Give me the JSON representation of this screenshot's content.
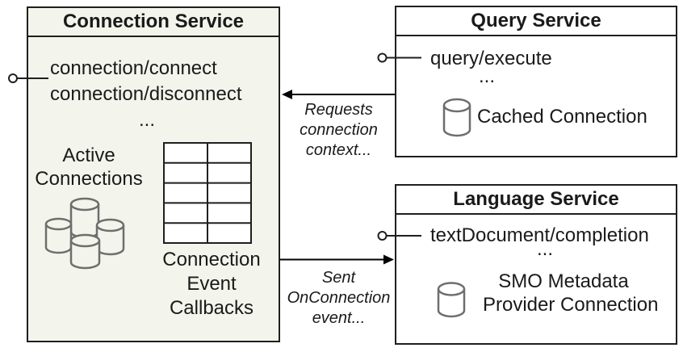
{
  "colors": {
    "box_border": "#1f1f1f",
    "connection_service_fill": "#f3f5ec",
    "query_service_fill": "#ffffff",
    "language_service_fill": "#ffffff",
    "cylinder_stroke": "#6e6e6e",
    "arrow_color": "#000000",
    "text_color": "#1a1a1a"
  },
  "connection_service": {
    "title": "Connection Service",
    "methods": [
      "connection/connect",
      "connection/disconnect"
    ],
    "ellipsis": "...",
    "active_connections_label": [
      "Active",
      "Connections"
    ],
    "callbacks_label": [
      "Connection",
      "Event",
      "Callbacks"
    ]
  },
  "query_service": {
    "title": "Query Service",
    "methods": [
      "query/execute"
    ],
    "ellipsis": "...",
    "cached_connection_label": "Cached Connection"
  },
  "language_service": {
    "title": "Language Service",
    "methods": [
      "textDocument/completion"
    ],
    "ellipsis": "...",
    "smo_label": [
      "SMO Metadata",
      "Provider Connection"
    ]
  },
  "edges": {
    "requests_label": [
      "Requests",
      "connection",
      "context..."
    ],
    "sent_label": [
      "Sent",
      "OnConnection",
      "event..."
    ]
  }
}
